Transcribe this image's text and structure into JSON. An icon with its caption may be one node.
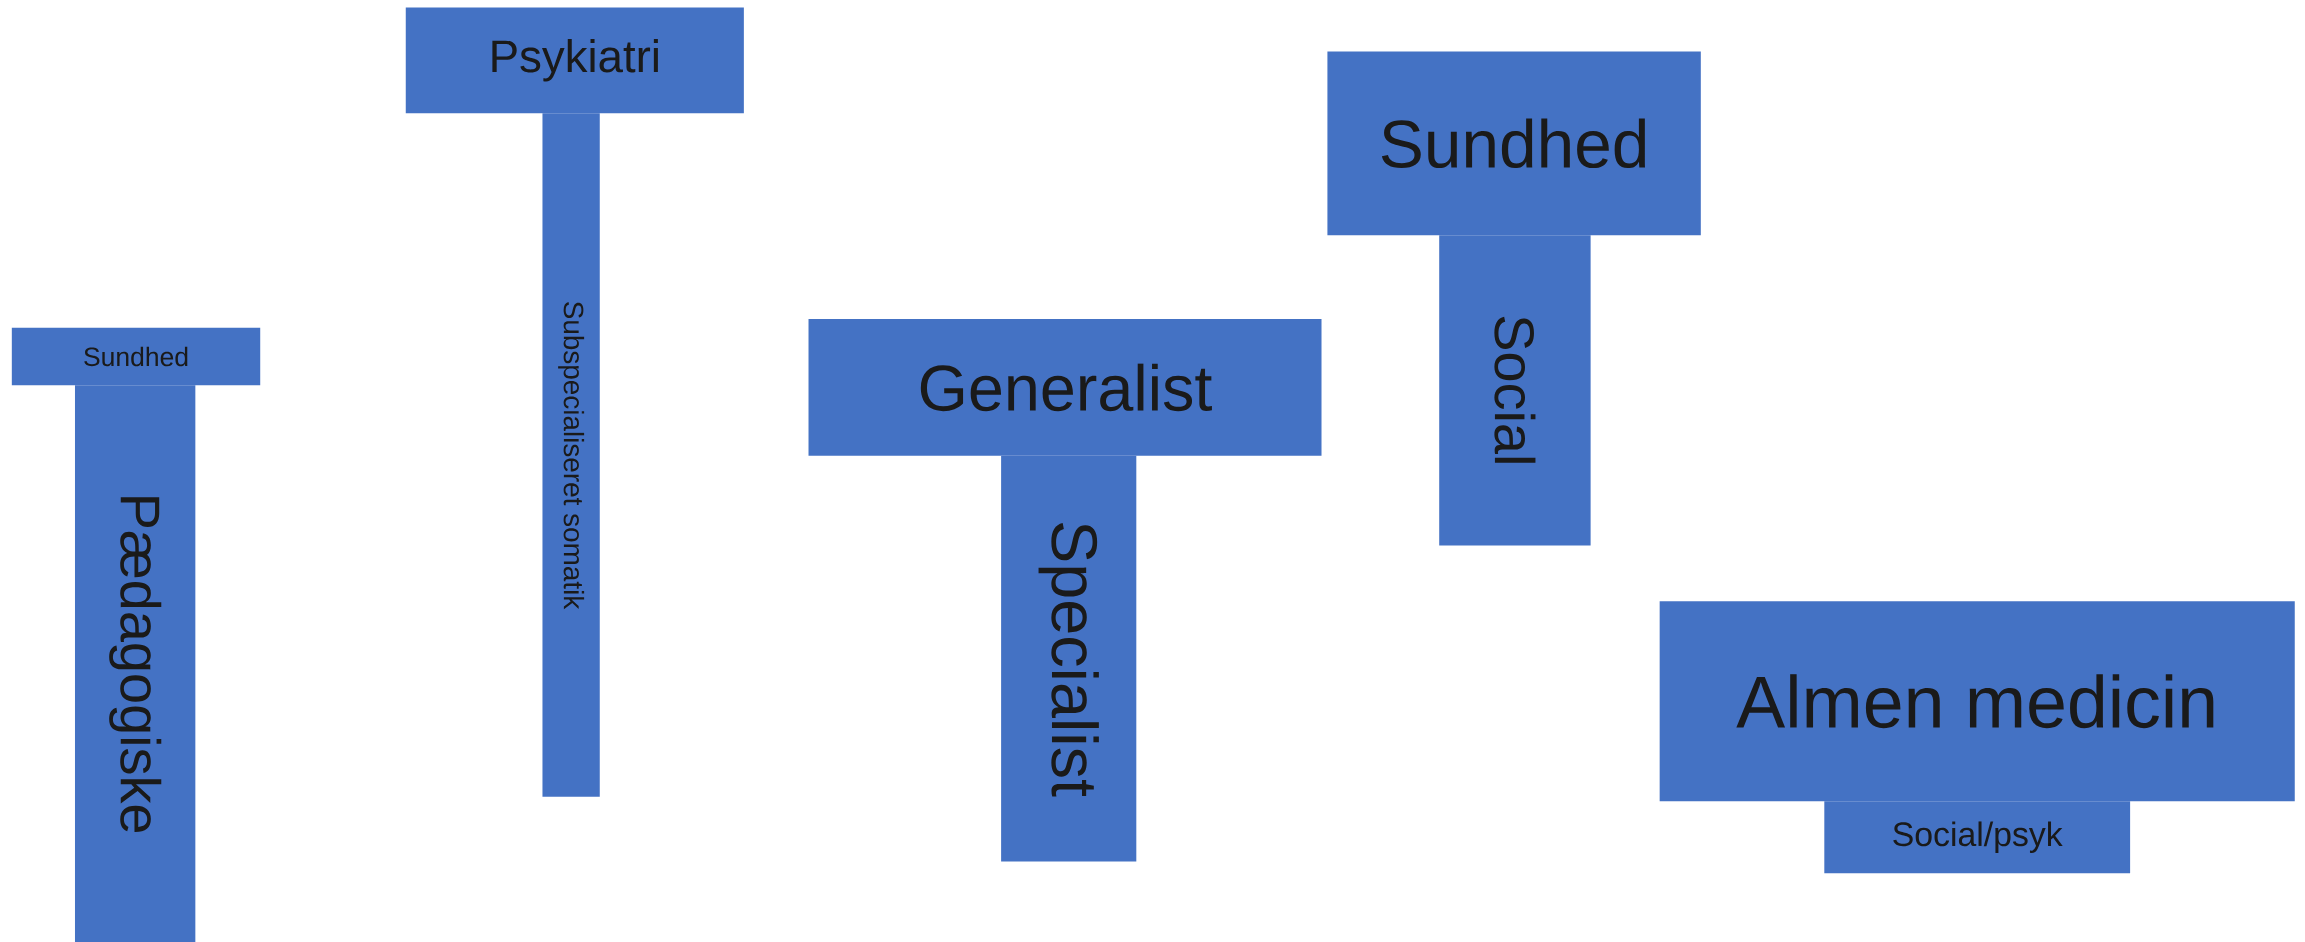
{
  "diagram": {
    "nodes": [
      {
        "text": [
          "Sundhed"
        ]
      },
      {
        "text": [
          "Pædagogiske"
        ]
      },
      {
        "text": [
          "Psykiatri"
        ]
      },
      {
        "text": [
          "Subspecialiseret somatik"
        ]
      },
      {
        "text": [
          "Generalist"
        ]
      },
      {
        "text": [
          "Specialist"
        ]
      },
      {
        "text": [
          "Sundhed"
        ]
      },
      {
        "text": [
          "Social"
        ]
      },
      {
        "text": [
          "Almen medicin"
        ]
      },
      {
        "text": [
          "Social/psyk"
        ]
      }
    ]
  }
}
